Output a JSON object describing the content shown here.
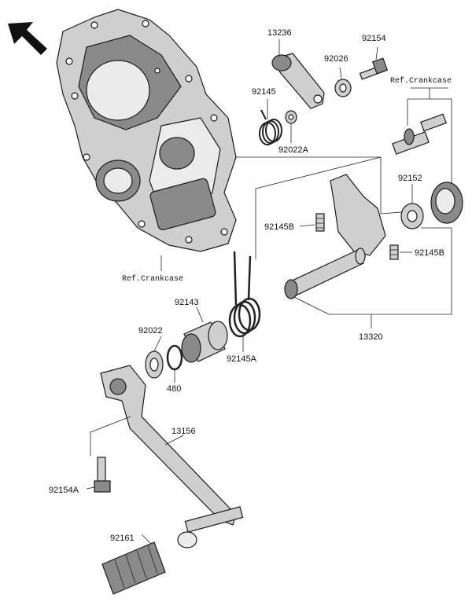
{
  "labels": {
    "p13236": "13236",
    "p92154": "92154",
    "p92026": "92026",
    "ref_crankcase_top": "Ref.Crankcase",
    "p92145": "92145",
    "p92022A": "92022A",
    "p92152": "92152",
    "p92145B_left": "92145B",
    "p92145B_right": "92145B",
    "ref_crankcase_bottom": "Ref.Crankcase",
    "p92143": "92143",
    "p92022": "92022",
    "p480": "480",
    "p92145A": "92145A",
    "p13320": "13320",
    "p13156": "13156",
    "p92154A": "92154A",
    "p92161": "92161"
  },
  "colors": {
    "line": "#222222",
    "part_fill": "#cfcfcf",
    "part_dark": "#8a8a8a"
  },
  "icons": {
    "direction_arrow": "arrow-up-left-icon"
  }
}
